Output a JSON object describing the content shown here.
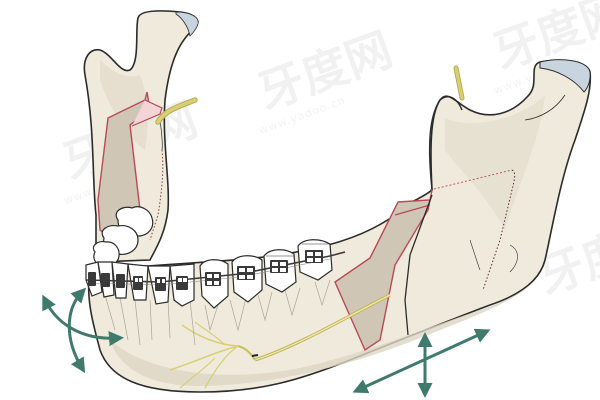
{
  "figure": {
    "subject": "Mandible with bilateral sagittal split osteotomy and orthodontic brackets",
    "colors": {
      "bone_fill": "#efeadb",
      "bone_shadow": "#ddd6c4",
      "outline": "#2b2b2b",
      "osteotomy_cut": "#b84a56",
      "cut_surface": "#cfc6b6",
      "nerve": "#d8cf78",
      "nerve_dark": "#b8ad4a",
      "condyle_cartilage": "#c8d4df",
      "arrow": "#3f7a6c",
      "tooth": "#ffffff",
      "bracket": "#3a3a3a"
    },
    "arrows": [
      {
        "name": "left-curved-rotation-arrows",
        "meaning": "rotation / advancement of anterior segment"
      },
      {
        "name": "right-cross-arrows",
        "meaning": "vertical and horizontal translation of distal segment"
      }
    ]
  },
  "watermark": {
    "logo_text": "牙度网",
    "url_text": "www.yadoo.cn"
  }
}
